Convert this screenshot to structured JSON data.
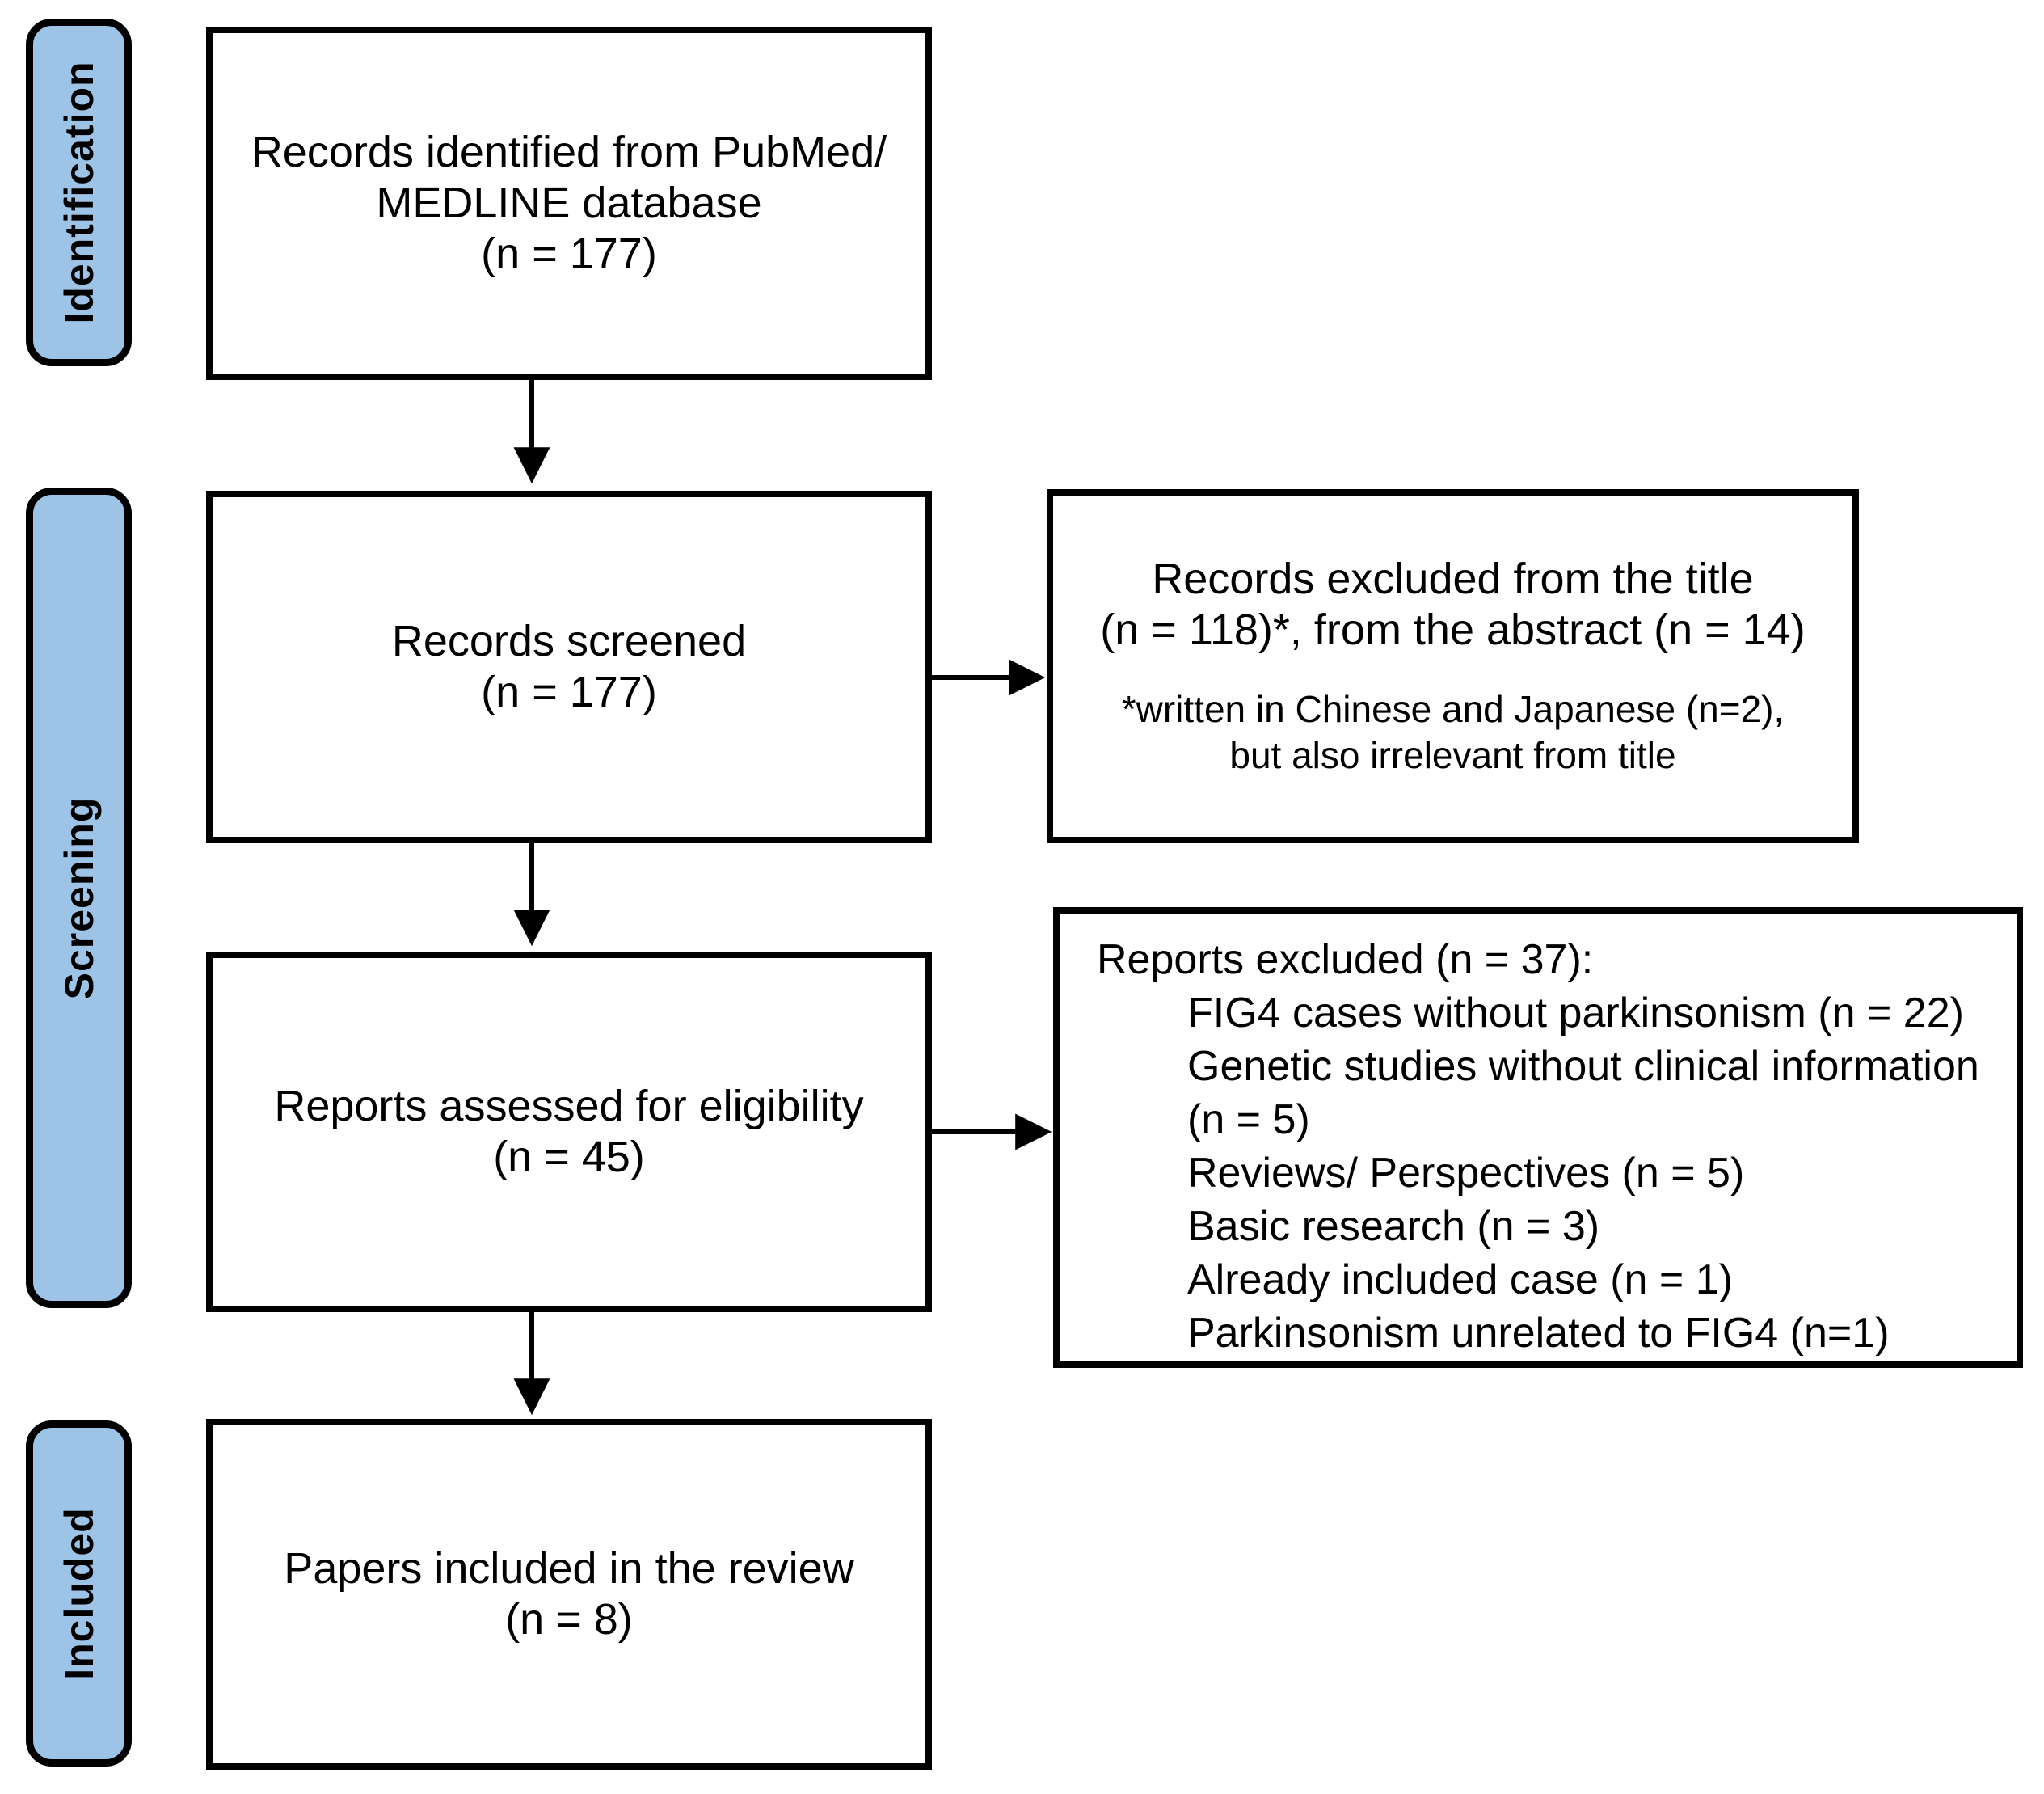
{
  "diagram": {
    "stages": [
      {
        "label": "Identification"
      },
      {
        "label": "Screening"
      },
      {
        "label": "Included"
      }
    ],
    "main_boxes": [
      {
        "text": "Records identified from PubMed/\nMEDLINE database\n(n = 177)"
      },
      {
        "text": "Records screened\n(n = 177)"
      },
      {
        "text": "Reports assessed for eligibility\n(n = 45)"
      },
      {
        "text": "Papers included in the review\n(n = 8)"
      }
    ],
    "exclusion_boxes": [
      {
        "main": "Records excluded from the title\n(n = 118)*, from the abstract (n = 14)",
        "note": "*written in Chinese and Japanese (n=2),\nbut also irrelevant from title"
      },
      {
        "title": "Reports excluded (n = 37):",
        "items": [
          "FIG4 cases without parkinsonism (n = 22)",
          "Genetic studies without clinical information (n = 5)",
          "Reviews/ Perspectives (n = 5)",
          "Basic research (n = 3)",
          "Already included case (n = 1)",
          "Parkinsonism unrelated to FIG4 (n=1)"
        ]
      }
    ],
    "colors": {
      "stage_fill": "#9DC3E6",
      "stroke": "#000000",
      "background": "#FFFFFF"
    }
  }
}
